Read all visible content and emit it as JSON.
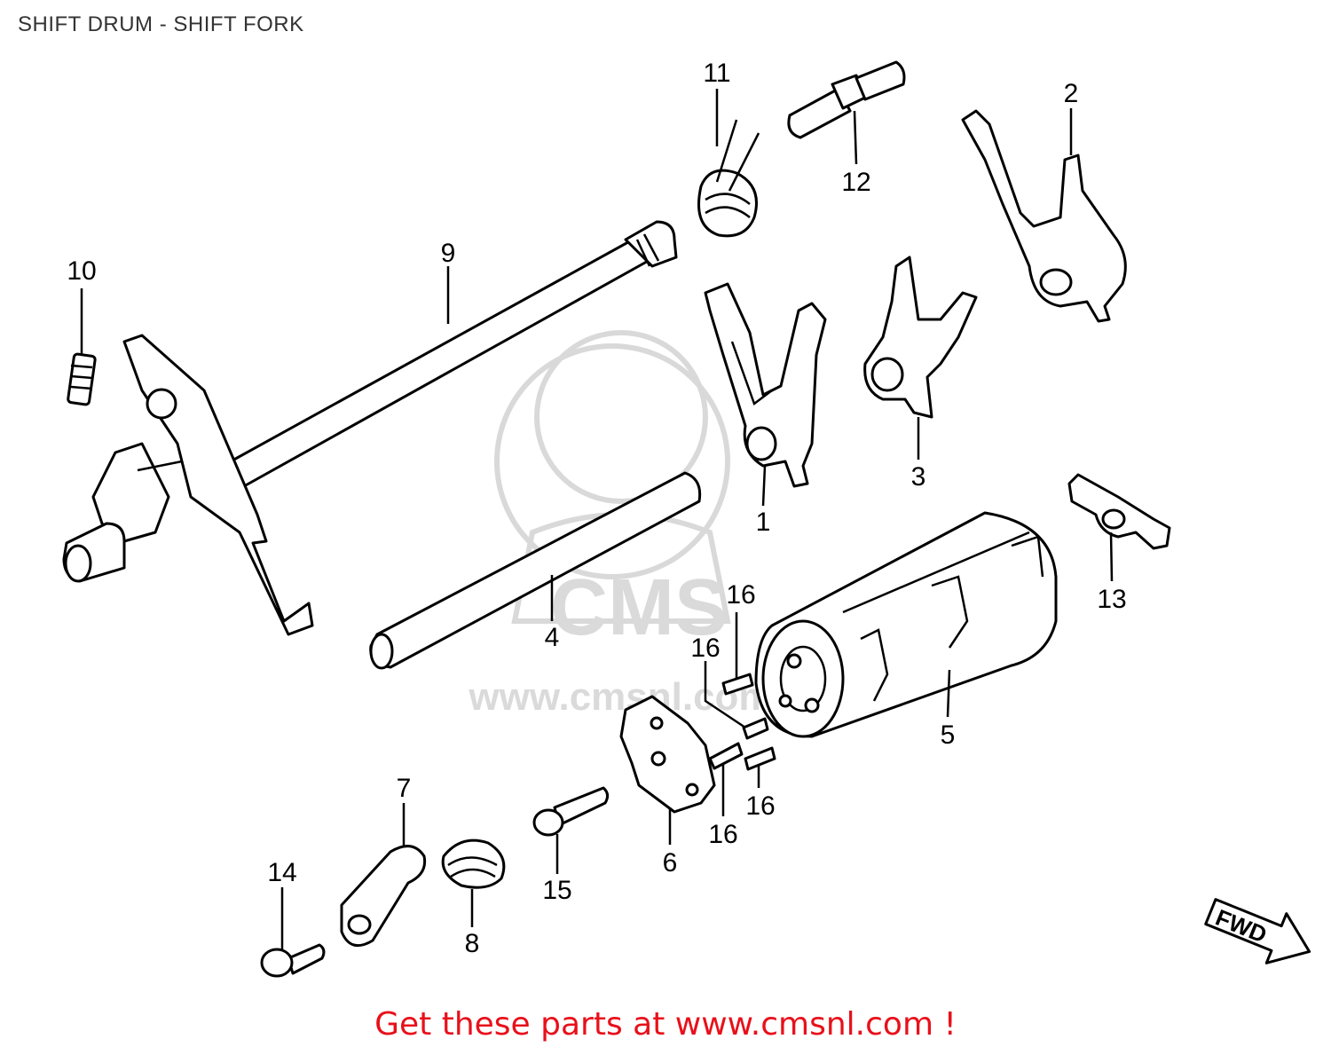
{
  "title": "SHIFT DRUM - SHIFT FORK",
  "footer": "Get these parts at www.cmsnl.com !",
  "watermark": {
    "logo": "CMS",
    "url": "www.cmsnl.com"
  },
  "fwd_label": "FWD",
  "labels": {
    "p1": "1",
    "p2": "2",
    "p3": "3",
    "p4": "4",
    "p5": "5",
    "p6": "6",
    "p7": "7",
    "p8": "8",
    "p9": "9",
    "p10": "10",
    "p11": "11",
    "p12": "12",
    "p13": "13",
    "p14": "14",
    "p15": "15",
    "p16a": "16",
    "p16b": "16",
    "p16c": "16",
    "p16d": "16"
  },
  "colors": {
    "footer": "#e8101a",
    "line": "#000000",
    "watermark": "#d9d9d9"
  }
}
